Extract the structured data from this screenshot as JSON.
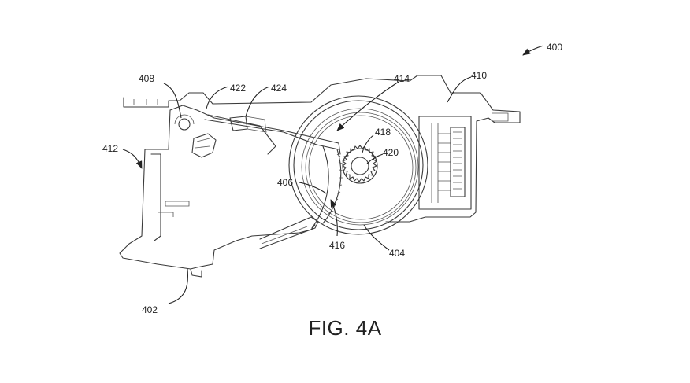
{
  "figure": {
    "caption": "FIG. 4A",
    "labels": {
      "r400": "400",
      "r402": "402",
      "r404": "404",
      "r406": "406",
      "r408": "408",
      "r410": "410",
      "r412": "412",
      "r414": "414",
      "r416": "416",
      "r418": "418",
      "r420": "420",
      "r422": "422",
      "r424": "424"
    }
  }
}
